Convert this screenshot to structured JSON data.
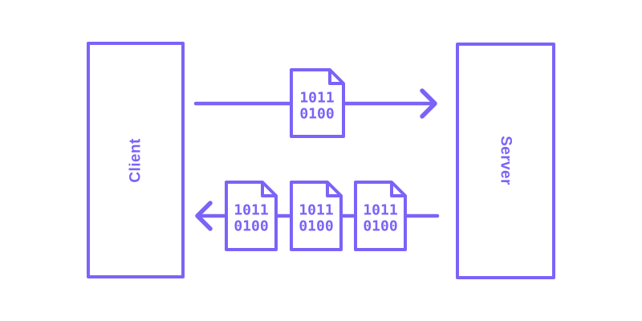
{
  "diagram": {
    "colors": {
      "accent": "#7C63F7",
      "background": "#FFFFFF"
    },
    "client": {
      "label": "Client"
    },
    "server": {
      "label": "Server"
    },
    "request_flow": {
      "direction": "client-to-server",
      "documents": [
        {
          "line1": "1011",
          "line2": "0100"
        }
      ]
    },
    "response_flow": {
      "direction": "server-to-client",
      "documents": [
        {
          "line1": "1011",
          "line2": "0100"
        },
        {
          "line1": "1011",
          "line2": "0100"
        },
        {
          "line1": "1011",
          "line2": "0100"
        }
      ]
    }
  }
}
